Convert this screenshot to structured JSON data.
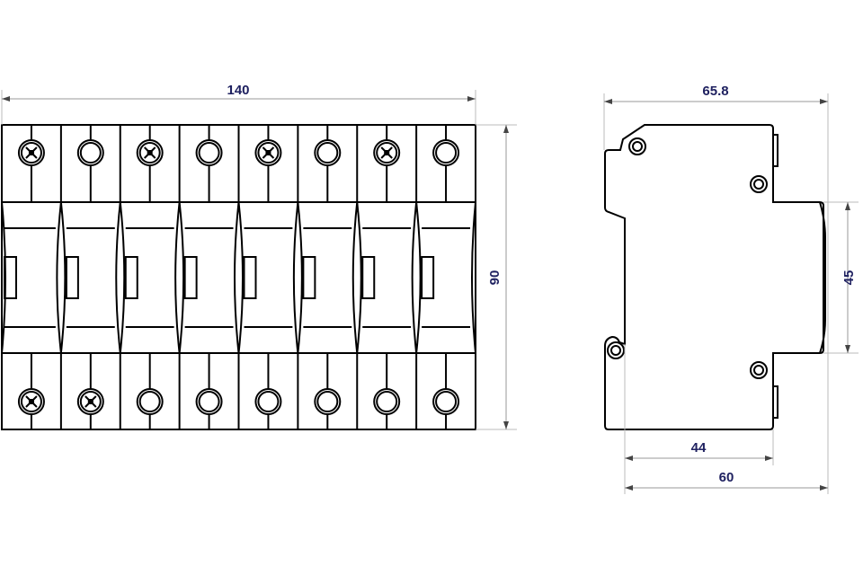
{
  "title": "Surge protector module dimension drawing",
  "front_view": {
    "modules": 8,
    "top_terminals": [
      "screw",
      "plain",
      "screw",
      "plain",
      "screw",
      "plain",
      "screw",
      "plain"
    ],
    "bottom_terminals": [
      "screw",
      "screw",
      "plain",
      "plain",
      "plain",
      "plain",
      "plain",
      "plain"
    ],
    "width_label": "140",
    "height_label": "90"
  },
  "side_view": {
    "depth_label": "65.8",
    "front_height_label": "45",
    "rail_to_shoulder_label": "44",
    "rail_to_front_label": "60"
  },
  "colors": {
    "line": "#000000",
    "dimension_text": "#1f2160"
  }
}
